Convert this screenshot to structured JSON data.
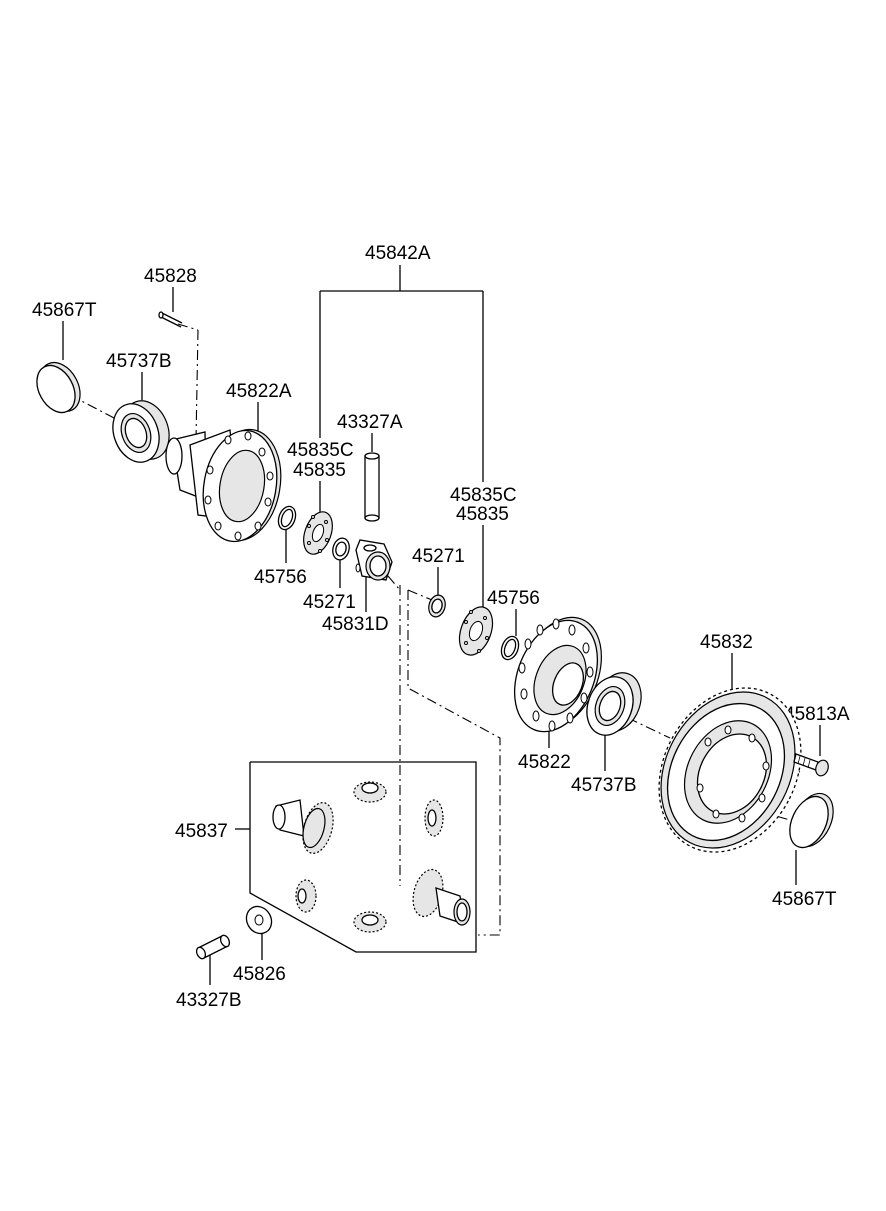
{
  "labels": {
    "p45842A": "45842A",
    "p45828": "45828",
    "p45867T_top": "45867T",
    "p45737B_top": "45737B",
    "p45822A": "45822A",
    "p43327A": "43327A",
    "p45835C_left": "45835C",
    "p45835_left": "45835",
    "p45835C_right": "45835C",
    "p45835_right": "45835",
    "p45271_right": "45271",
    "p45756_right": "45756",
    "p45756_left": "45756",
    "p45271_left": "45271",
    "p45831D": "45831D",
    "p45832": "45832",
    "p45813A": "45813A",
    "p45822": "45822",
    "p45737B_bottom": "45737B",
    "p45837": "45837",
    "p45867T_bottom": "45867T",
    "p45826": "45826",
    "p43327B": "43327B"
  }
}
